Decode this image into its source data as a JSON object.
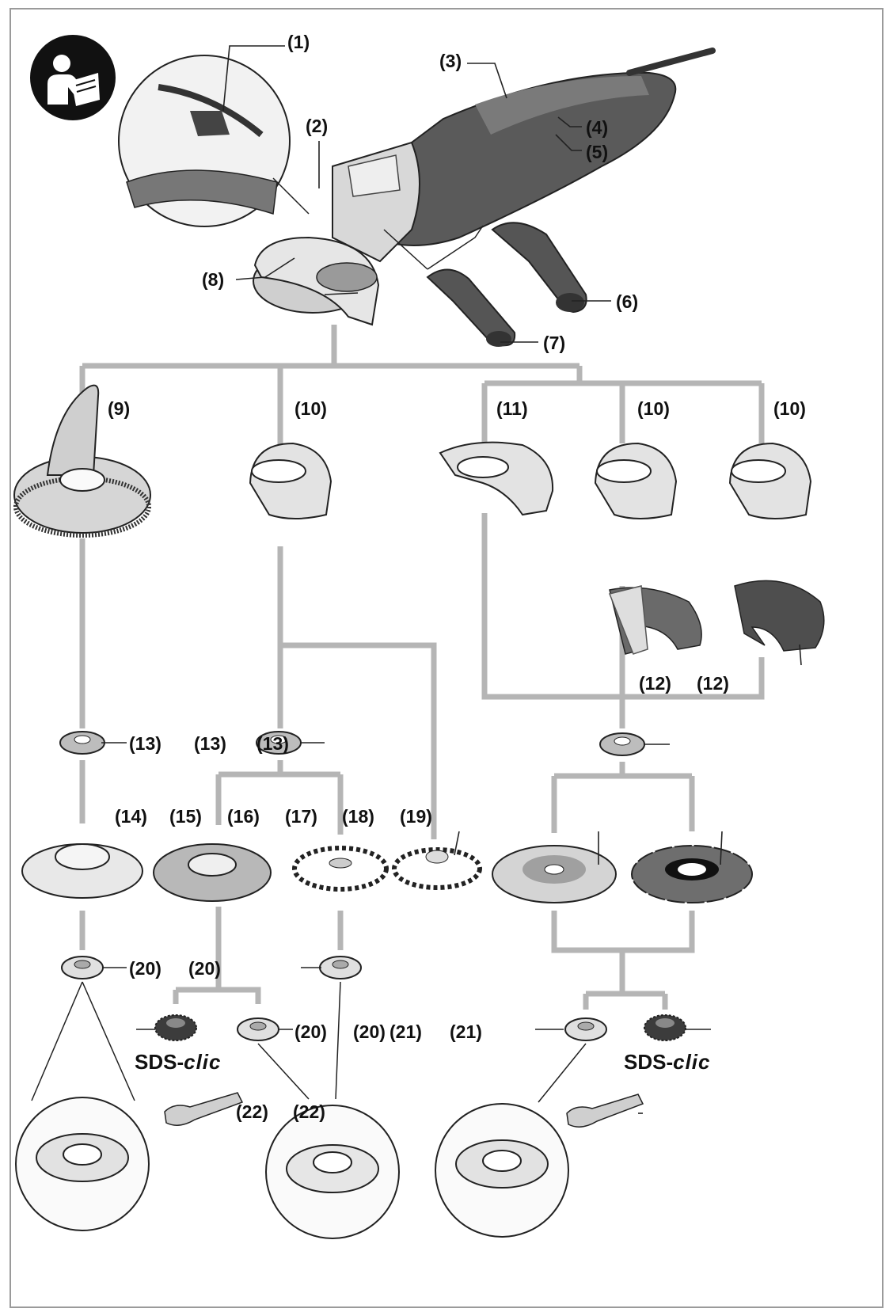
{
  "labels": {
    "l1": "(1)",
    "l2": "(2)",
    "l3": "(3)",
    "l4": "(4)",
    "l5": "(5)",
    "l6": "(6)",
    "l7": "(7)",
    "l8": "(8)",
    "l9": "(9)",
    "l10a": "(10)",
    "l10b": "(10)",
    "l10c": "(10)",
    "l11": "(11)",
    "l12a": "(12)",
    "l12b": "(12)",
    "l13a": "(13)",
    "l13b": "(13)",
    "l13c": "(13)",
    "l14": "(14)",
    "l15": "(15)",
    "l16": "(16)",
    "l17": "(17)",
    "l18": "(18)",
    "l19": "(19)",
    "l20a": "(20)",
    "l20b": "(20)",
    "l20c": "(20)",
    "l20d": "(20)",
    "l21a": "(21)",
    "l21b": "(21)",
    "l22a": "(22)",
    "l22b": "(22)"
  },
  "sds": {
    "prefix": "SDS-",
    "suffix": "clic"
  },
  "icons": {
    "manual": "read-manual-icon",
    "brand": "BOSCH"
  },
  "colors": {
    "connector": "#b5b5b5",
    "line": "#222222",
    "part_dark": "#4a4a4a",
    "part_light": "#d9d9d9"
  }
}
